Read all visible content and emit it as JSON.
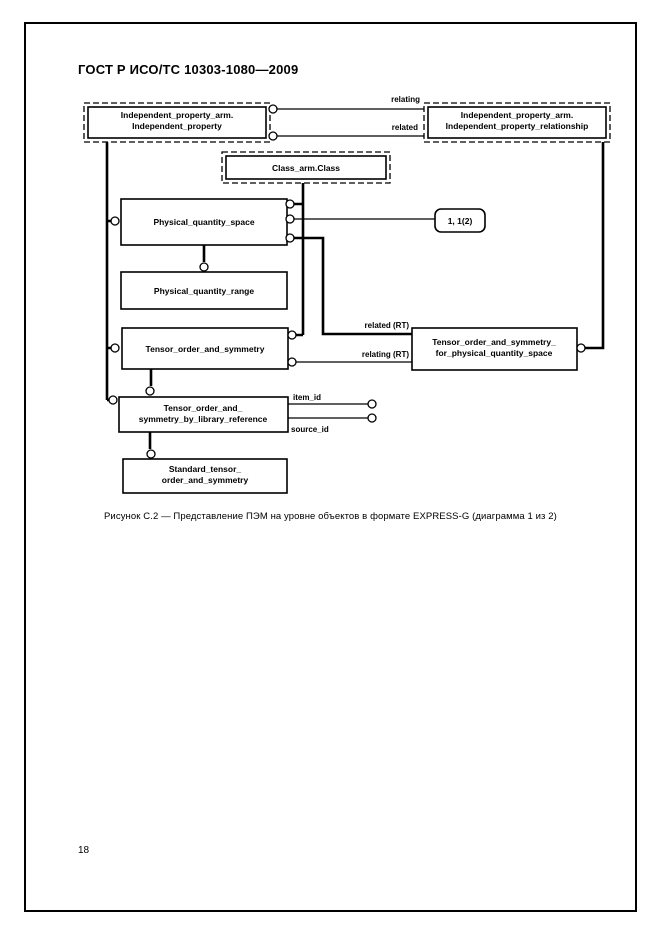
{
  "page": {
    "header": "ГОСТ Р ИСО/ТС 10303-1080—2009",
    "caption": "Рисунок  С.2 — Представление ПЭМ на уровне объектов в формате EXPRESS-G (диаграмма 1 из 2)",
    "page_number": "18"
  },
  "colors": {
    "ink": "#000000",
    "paper": "#ffffff"
  },
  "diagram": {
    "type": "EXPRESS-G entity diagram",
    "nodes": {
      "independent_property": {
        "line1": "Independent_property_arm.",
        "line2": "Independent_property"
      },
      "independent_property_relationship": {
        "line1": "Independent_property_arm.",
        "line2": "Independent_property_relationship"
      },
      "class": {
        "line1": "Class_arm.Class"
      },
      "physical_quantity_space": {
        "line1": "Physical_quantity_space"
      },
      "page_ref": {
        "line1": "1, 1(2)"
      },
      "physical_quantity_range": {
        "line1": "Physical_quantity_range"
      },
      "tensor_order_and_symmetry": {
        "line1": "Tensor_order_and_symmetry"
      },
      "tensor_for_pqs": {
        "line1": "Tensor_order_and_symmetry_",
        "line2": "for_physical_quantity_space"
      },
      "tensor_by_library_reference": {
        "line1": "Tensor_order_and_",
        "line2": "symmetry_by_library_reference"
      },
      "standard_tensor": {
        "line1": "Standard_tensor_",
        "line2": "order_and_symmetry"
      }
    },
    "edge_labels": {
      "relating": "relating",
      "related": "related",
      "related_rt": "related (RT)",
      "relating_rt": "relating (RT)",
      "item_id": "item_id",
      "source_id": "source_id"
    }
  }
}
